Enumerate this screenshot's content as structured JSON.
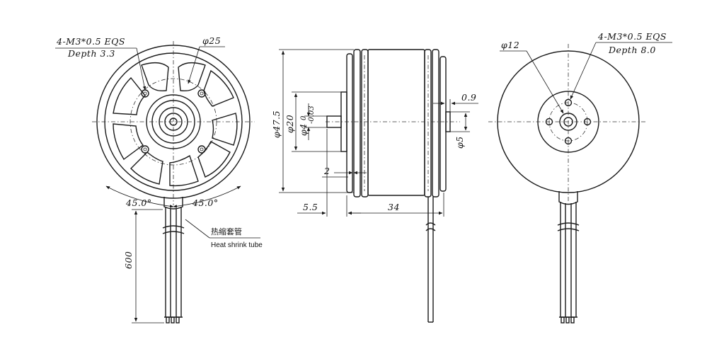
{
  "left_view": {
    "thread_callout": "4-M3*0.5 EQS",
    "thread_depth": "Depth 3.3",
    "bolt_circle": "φ25",
    "angle_left": "45.0°",
    "angle_right": "45.0°",
    "lead_length": "600",
    "heat_shrink_cn": "热缩套管",
    "heat_shrink_en": "Heat shrink tube"
  },
  "side_view": {
    "outer_diameter": "φ47.5",
    "hub_diameter": "φ20",
    "shaft_diameter": "φ4",
    "shaft_tol_upper": "0",
    "shaft_tol_lower": "-0.03",
    "step_height": "2",
    "shaft_length": "5.5",
    "body_length": "34",
    "rear_offset": "0.9",
    "rear_shaft_diameter": "φ5"
  },
  "right_view": {
    "center_diameter": "φ12",
    "thread_callout": "4-M3*0.5 EQS",
    "thread_depth": "Depth 8.0"
  }
}
